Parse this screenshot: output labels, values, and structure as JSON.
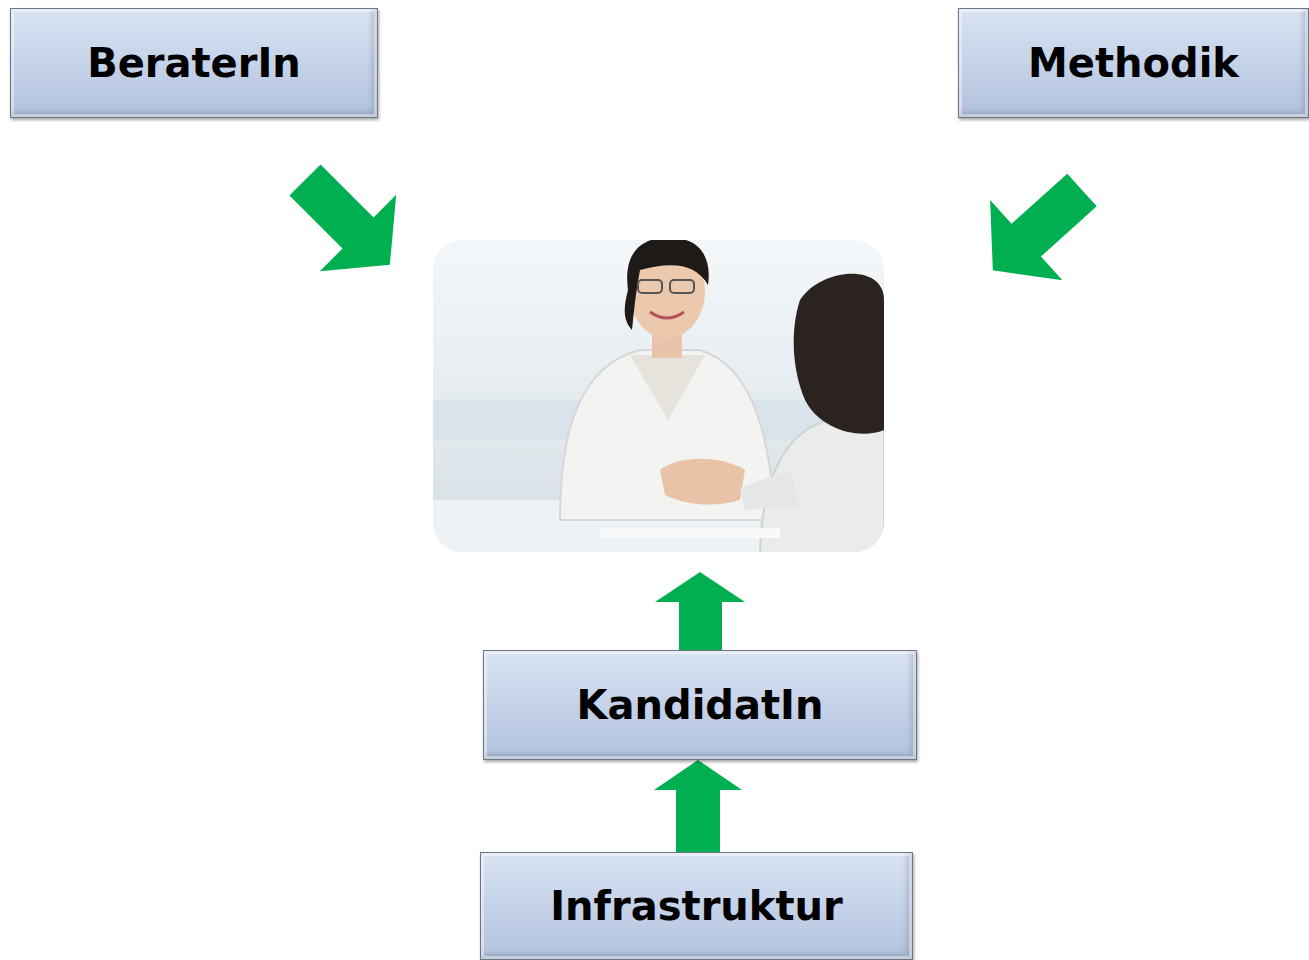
{
  "diagram": {
    "nodes": [
      {
        "text": [
          "BeraterIn"
        ]
      },
      {
        "text": [
          "Methodik"
        ]
      },
      {
        "text": [
          "KandidatIn"
        ]
      },
      {
        "text": [
          "Infrastruktur"
        ]
      }
    ],
    "edges": [
      {
        "from": 3,
        "to": 2,
        "arrow": "to"
      }
    ]
  }
}
